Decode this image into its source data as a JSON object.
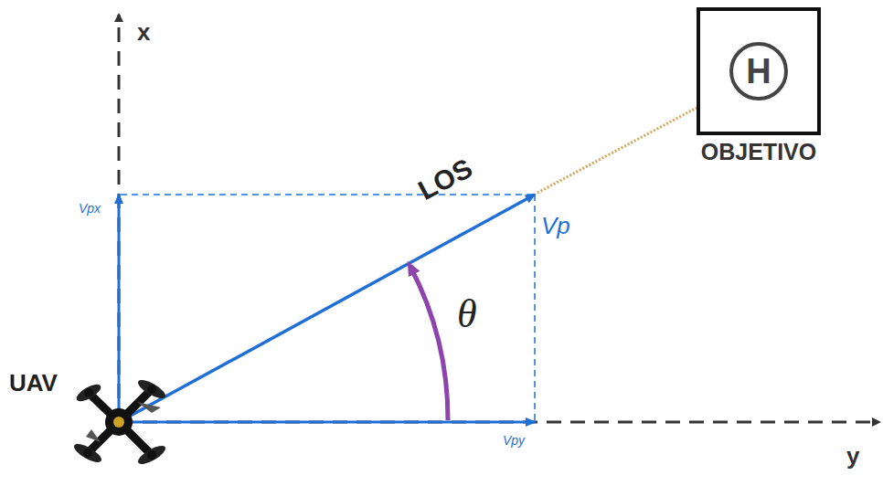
{
  "diagram": {
    "nodes": [
      {
        "text": [
          "H",
          "OBJETIVO"
        ]
      }
    ],
    "labels": [
      "x",
      "Vpx",
      "LOS",
      "Vp",
      "θ",
      "UAV",
      "y",
      "Vpy"
    ]
  }
}
